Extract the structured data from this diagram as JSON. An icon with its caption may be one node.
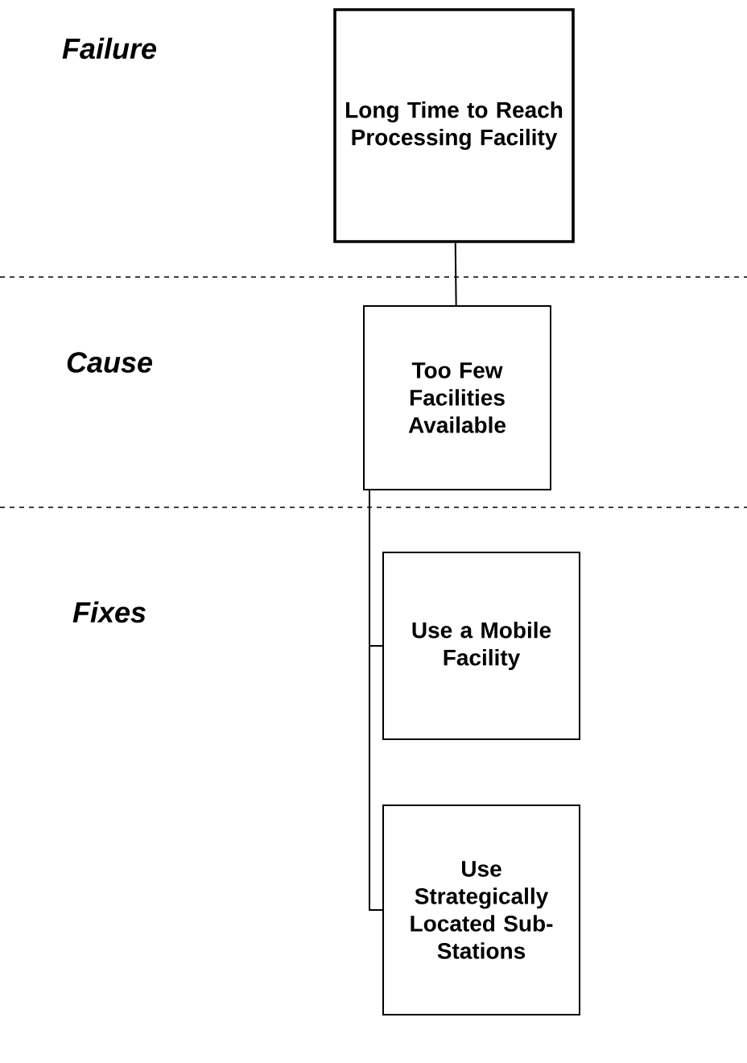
{
  "diagram": {
    "nodes": [
      {
        "text": [
          "Long Time to Reach Processing Facility"
        ]
      },
      {
        "text": [
          "Too Few Facilities Available"
        ]
      },
      {
        "text": [
          "Use a Mobile Facility"
        ]
      },
      {
        "text": [
          "Use Strategically Located Sub-Stations"
        ]
      }
    ],
    "edges": [
      {
        "from": 0,
        "to": 1,
        "arrow": "none"
      },
      {
        "from": 1,
        "to": 2,
        "arrow": "none"
      },
      {
        "from": 1,
        "to": 3,
        "arrow": "none"
      }
    ],
    "labels": [
      "Failure",
      "Cause",
      "Fixes"
    ]
  }
}
